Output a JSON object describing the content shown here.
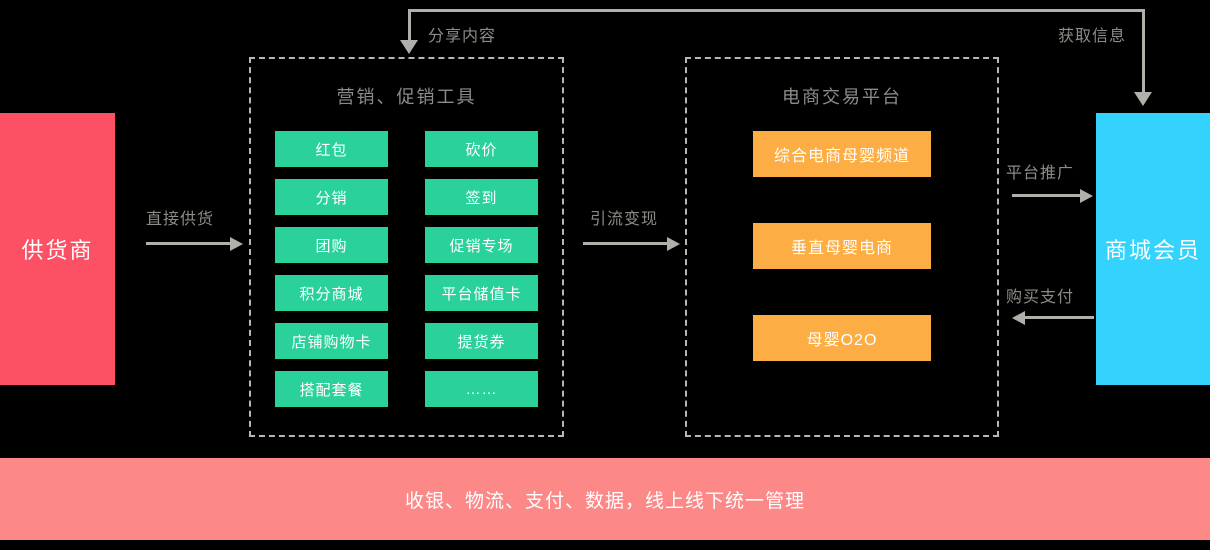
{
  "diagram": {
    "supplier": {
      "label": "供货商"
    },
    "member": {
      "label": "商城会员"
    },
    "bottom_banner": {
      "label": "收银、物流、支付、数据，线上线下统一管理"
    },
    "marketing_group": {
      "title": "营销、促销工具",
      "left_column": [
        {
          "label": "红包"
        },
        {
          "label": "分销"
        },
        {
          "label": "团购"
        },
        {
          "label": "积分商城"
        },
        {
          "label": "店铺购物卡"
        },
        {
          "label": "搭配套餐"
        }
      ],
      "right_column": [
        {
          "label": "砍价"
        },
        {
          "label": "签到"
        },
        {
          "label": "促销专场"
        },
        {
          "label": "平台储值卡"
        },
        {
          "label": "提货券"
        },
        {
          "label": "……"
        }
      ]
    },
    "platform_group": {
      "title": "电商交易平台",
      "items": [
        {
          "label": "综合电商母婴频道"
        },
        {
          "label": "垂直母婴电商"
        },
        {
          "label": "母婴O2O"
        }
      ]
    },
    "flows": [
      {
        "id": "direct-supply",
        "label": "直接供货"
      },
      {
        "id": "traffic-monetize",
        "label": "引流变现"
      },
      {
        "id": "share-content",
        "label": "分享内容"
      },
      {
        "id": "get-info",
        "label": "获取信息"
      },
      {
        "id": "platform-promote",
        "label": "平台推广"
      },
      {
        "id": "purchase-pay",
        "label": "购买支付"
      }
    ]
  },
  "colors": {
    "background": "#000000",
    "supplier": "#fc5164",
    "member": "#33d3fd",
    "banner": "#fd8888",
    "tool_chip": "#2ad19a",
    "platform_chip": "#fcad43",
    "connector": "#b0b0ab",
    "dashed_border": "#b8b8b3",
    "muted_text": "#8c8c87",
    "chip_text": "#ffffff"
  }
}
